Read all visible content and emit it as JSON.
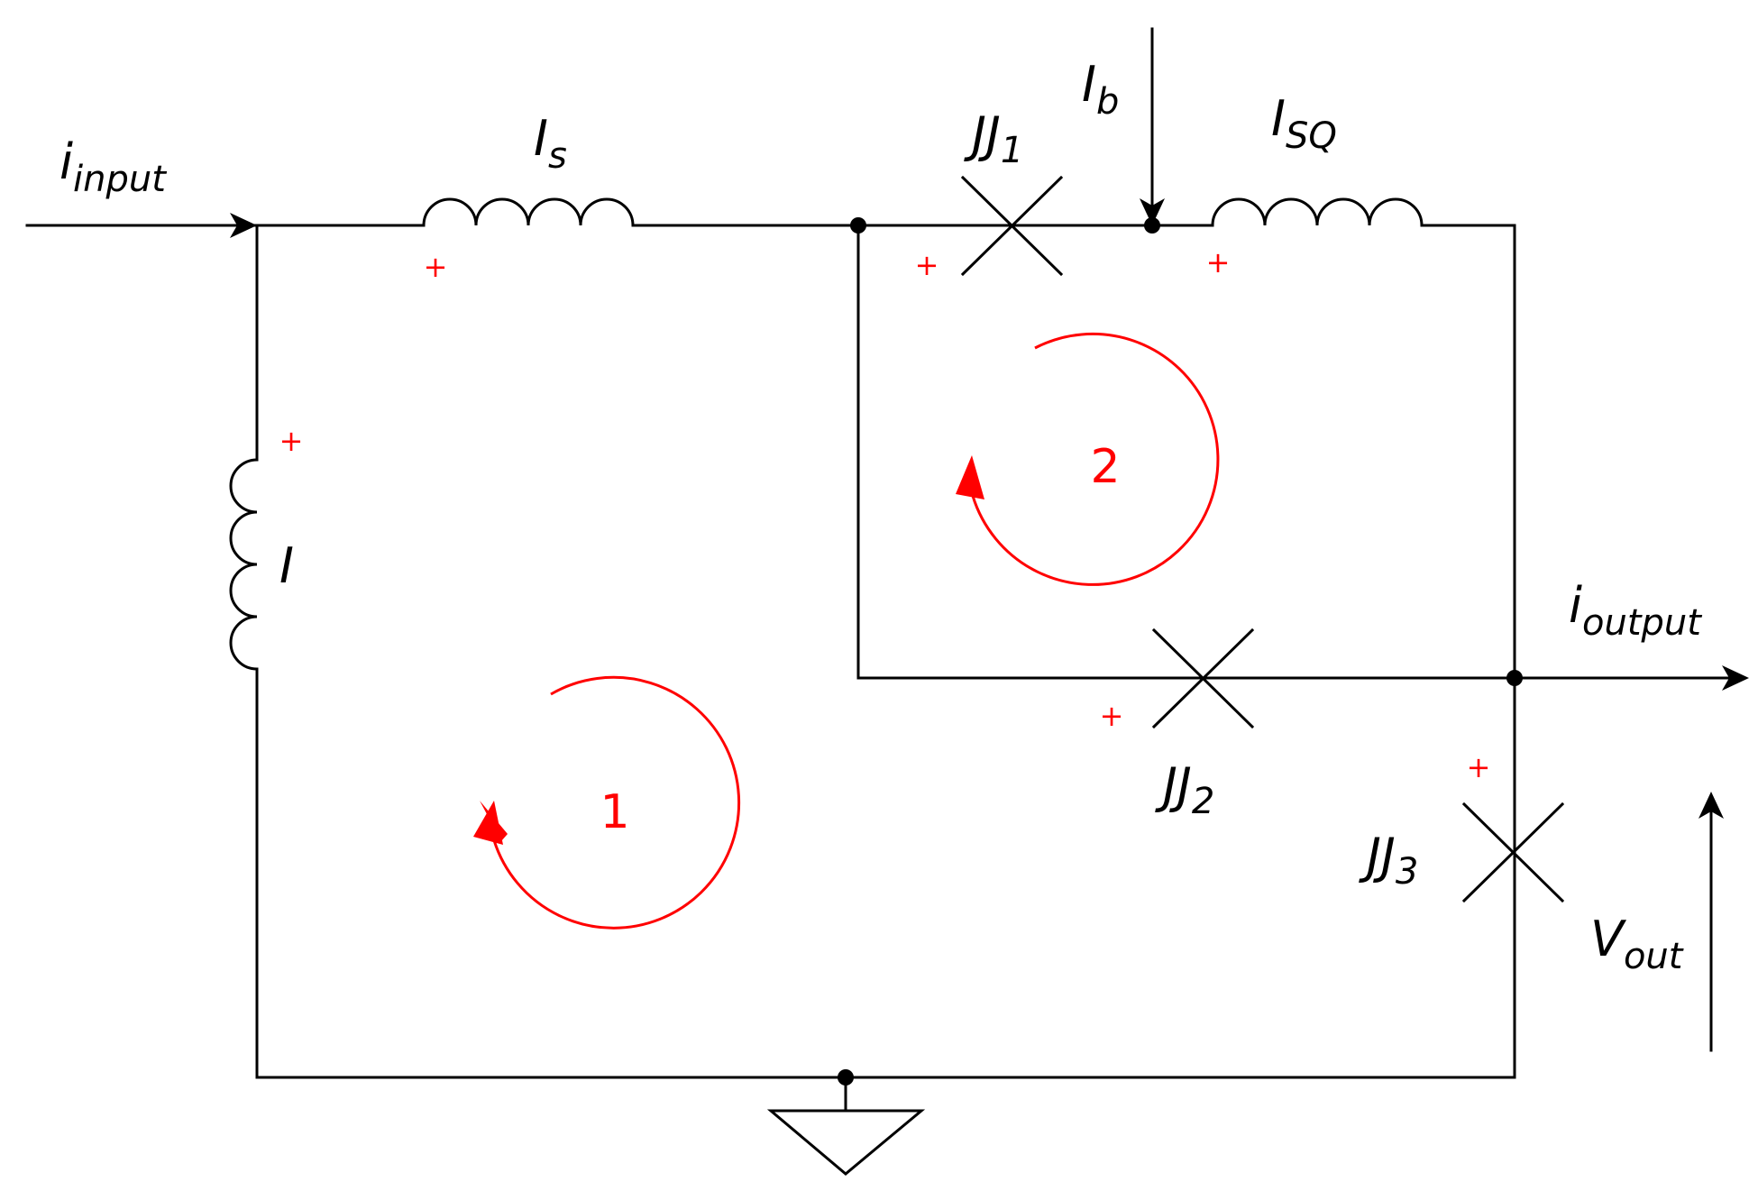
{
  "labels": {
    "input_current": {
      "main": "i",
      "sub": "input"
    },
    "output_current": {
      "main": "i",
      "sub": "output"
    },
    "bias_current": {
      "main": "I",
      "sub": "b"
    },
    "inductor_top": {
      "main": "I",
      "sub": "s"
    },
    "inductor_left": {
      "main": "I",
      "sub": ""
    },
    "inductor_squid": {
      "main": "I",
      "sub": "SQ"
    },
    "junction_1": {
      "main": "JJ",
      "sub": "1"
    },
    "junction_2": {
      "main": "JJ",
      "sub": "2"
    },
    "junction_3": {
      "main": "JJ",
      "sub": "3"
    },
    "output_voltage": {
      "main": "V",
      "sub": "out"
    }
  },
  "loops": {
    "loop_1": "1",
    "loop_2": "2"
  },
  "polarity_sign": "+",
  "colors": {
    "wire": "#000000",
    "annotation": "#ff0000"
  }
}
